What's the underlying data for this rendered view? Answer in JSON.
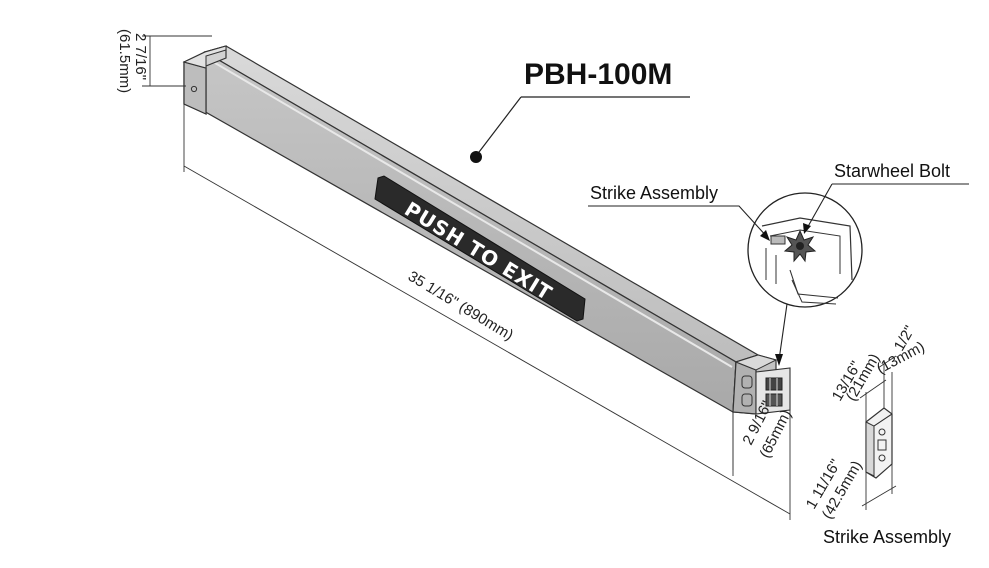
{
  "model": "PBH-100M",
  "plate_text": "PUSH TO EXIT",
  "callouts": {
    "strike_assembly": "Strike Assembly",
    "starwheel_bolt": "Starwheel Bolt",
    "strike_assembly_detail": "Strike Assembly"
  },
  "dimensions": {
    "height_in": "2 7/16\"",
    "height_mm": "(61.5mm)",
    "length": "35 1/16\" (890mm)",
    "depth_in": "2 9/16\"",
    "depth_mm": "(65mm)",
    "strike_height_in": "1 11/16\"",
    "strike_height_mm": "(42.5mm)",
    "strike_depth_in": "13/16\"",
    "strike_depth_mm": "(21mm)",
    "strike_width_in": "1/2\"",
    "strike_width_mm": "(13mm)"
  }
}
